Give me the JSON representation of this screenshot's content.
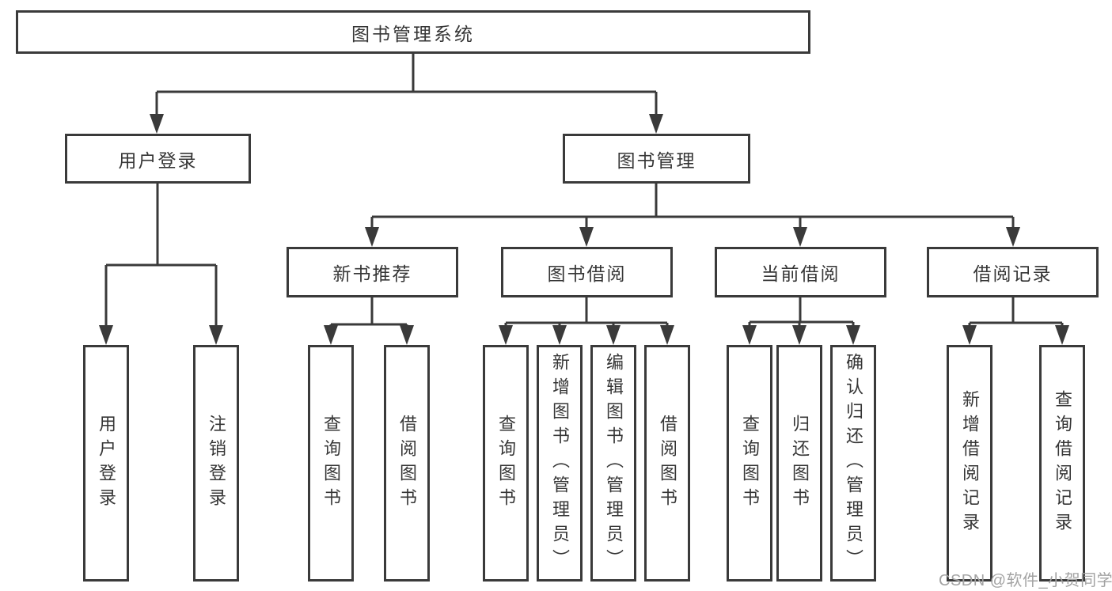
{
  "diagram": {
    "root": {
      "label": "图书管理系统"
    },
    "level2": {
      "user_login": {
        "label": "用户登录"
      },
      "book_management": {
        "label": "图书管理"
      }
    },
    "level3": {
      "new_book_recommend": {
        "label": "新书推荐"
      },
      "book_borrow": {
        "label": "图书借阅"
      },
      "current_borrow": {
        "label": "当前借阅"
      },
      "borrow_records": {
        "label": "借阅记录"
      }
    },
    "leaves": {
      "user_login": {
        "label": "用户登录"
      },
      "logout": {
        "label": "注销登录"
      },
      "rec_query": {
        "label": "查询图书"
      },
      "rec_borrow": {
        "label": "借阅图书"
      },
      "bb_query": {
        "label": "查询图书"
      },
      "bb_add_admin": {
        "label": "新增图书（管理员）"
      },
      "bb_edit_admin": {
        "label": "编辑图书（管理员）"
      },
      "bb_borrow": {
        "label": "借阅图书"
      },
      "cb_query": {
        "label": "查询图书"
      },
      "cb_return": {
        "label": "归还图书"
      },
      "cb_confirm_admin": {
        "label": "确认归还（管理员）"
      },
      "br_add_record": {
        "label": "新增借阅记录"
      },
      "br_query_record": {
        "label": "查询借阅记录"
      }
    },
    "colors": {
      "line": "#3a3a3a",
      "box_border": "#3a3a3a",
      "text": "#363636",
      "background": "#ffffff",
      "watermark": "#a3a3a3"
    },
    "watermark": "CSDN @软件_小贺同学"
  }
}
